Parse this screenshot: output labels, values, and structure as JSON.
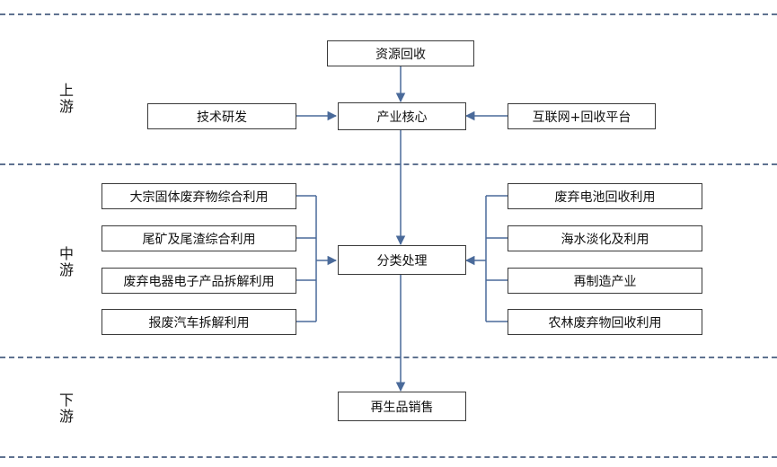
{
  "zones": {
    "upstream": "上游",
    "midstream": "中游",
    "downstream": "下游"
  },
  "nodes": {
    "resource_recycling": "资源回收",
    "tech_rd": "技术研发",
    "industry_core": "产业核心",
    "internet_platform": "互联网+回收平台",
    "classification": "分类处理",
    "bulk_solid_waste": "大宗固体废弃物综合利用",
    "tailings": "尾矿及尾渣综合利用",
    "waste_electronics": "废弃电器电子产品拆解利用",
    "scrap_vehicles": "报废汽车拆解利用",
    "battery_recycling": "废弃电池回收利用",
    "seawater": "海水淡化及利用",
    "remanufacturing": "再制造产业",
    "agri_forestry_waste": "农林废弃物回收利用",
    "recycled_sales": "再生品销售"
  },
  "colors": {
    "separator": "#5f7290",
    "connector": "#4a6a9a",
    "box_border": "#3a3a3a"
  }
}
